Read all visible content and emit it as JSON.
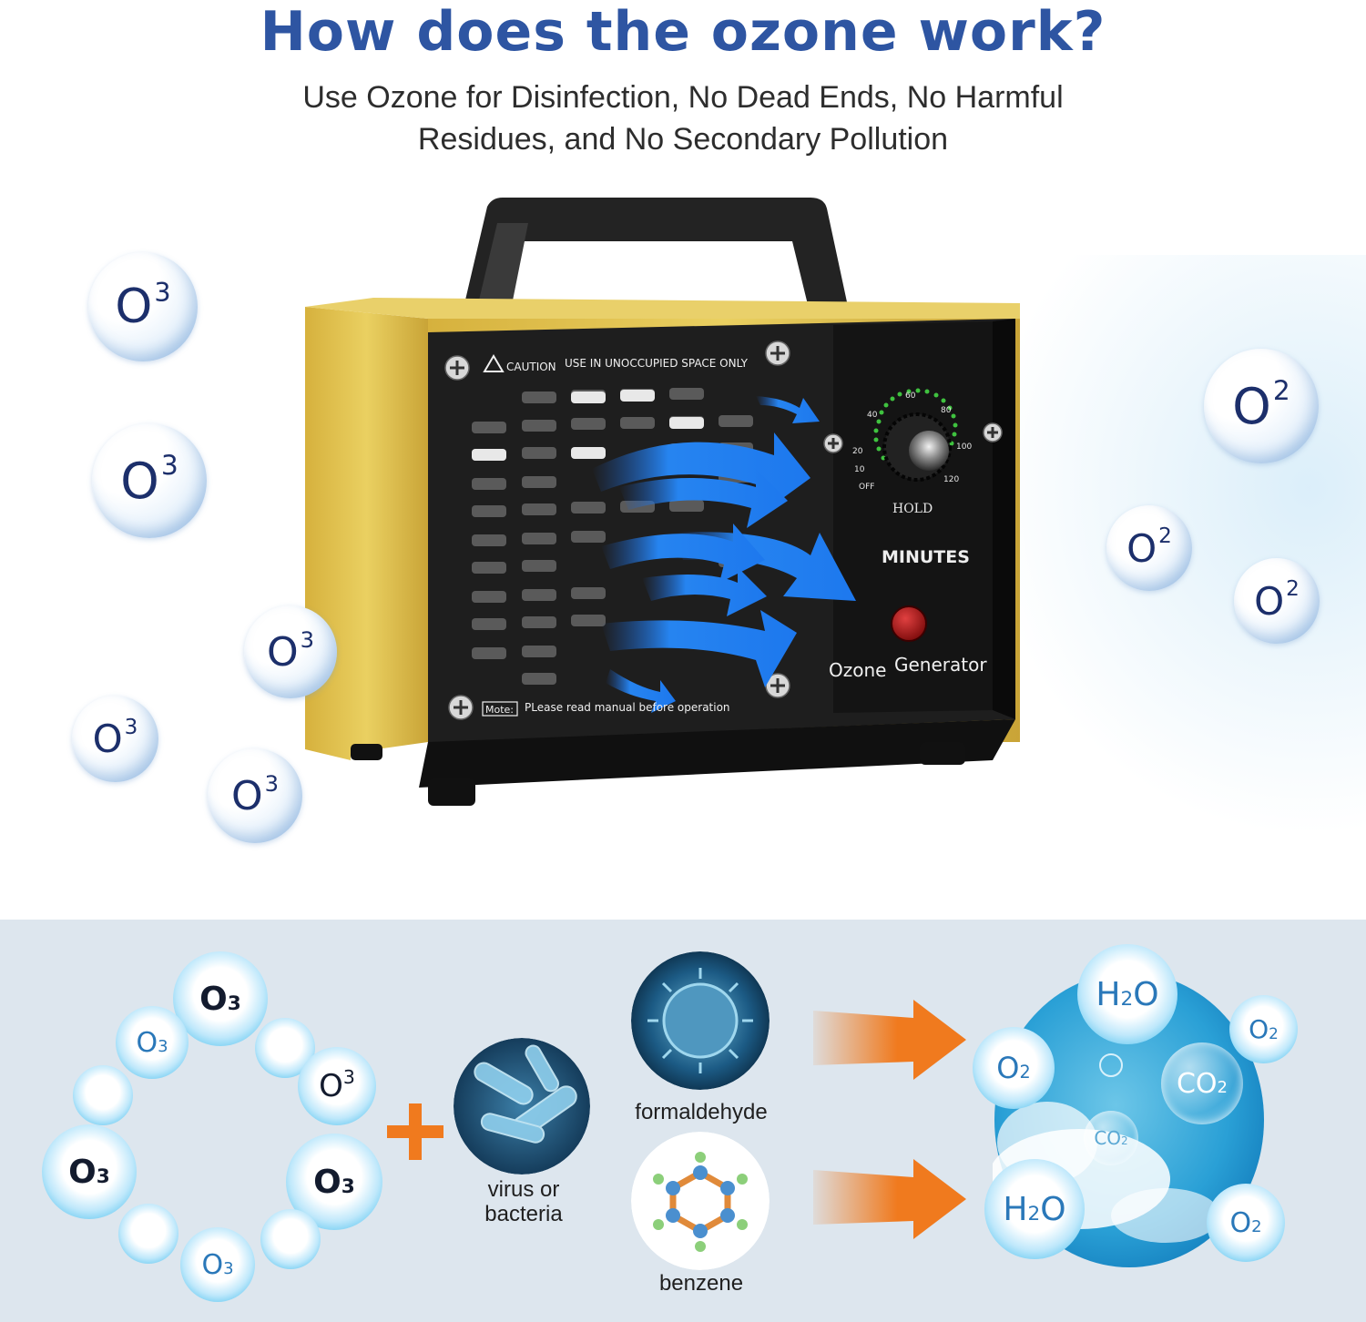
{
  "header": {
    "title": "How does the ozone work?",
    "subtitle_line1": "Use Ozone for Disinfection, No Dead Ends, No Harmful",
    "subtitle_line2": "Residues, and No Secondary Pollution"
  },
  "device": {
    "caution_label": "CAUTION",
    "caution_text": "USE  IN  UNOCCUPIED  SPACE  ONLY",
    "note_tag": "Mote:",
    "note_text": "PLease  read  manual  before  operation",
    "dial_marks": [
      "OFF",
      "10",
      "20",
      "40",
      "60",
      "80",
      "100",
      "120"
    ],
    "hold_label": "HOLD",
    "minutes_label": "MINUTES",
    "brand_word1": "Ozone",
    "brand_word2": "Generator",
    "colors": {
      "body": "#e4c24e",
      "panel": "#1f1f1f",
      "arrows": "#1f7fe8"
    }
  },
  "bubbles_top": {
    "o3": {
      "base": "O",
      "sup": "3"
    },
    "o2": {
      "base": "O",
      "sup": "2"
    }
  },
  "diagram": {
    "ring_o3": {
      "base": "O",
      "sub": "3"
    },
    "ring_o3_sup": {
      "base": "O",
      "sup": "3"
    },
    "ring_charge": "+ -",
    "plus_color": "#f07a1e",
    "arrow_color": "#f07a1e",
    "virus_label_line1": "virus or",
    "virus_label_line2": "bacteria",
    "formaldehyde_label": "formaldehyde",
    "benzene_label": "benzene",
    "products": {
      "h2o": {
        "a": "H",
        "sub": "2",
        "b": "O"
      },
      "o2": {
        "base": "O",
        "sub": "2"
      },
      "co2": {
        "base": "CO",
        "sub": "2"
      }
    }
  }
}
